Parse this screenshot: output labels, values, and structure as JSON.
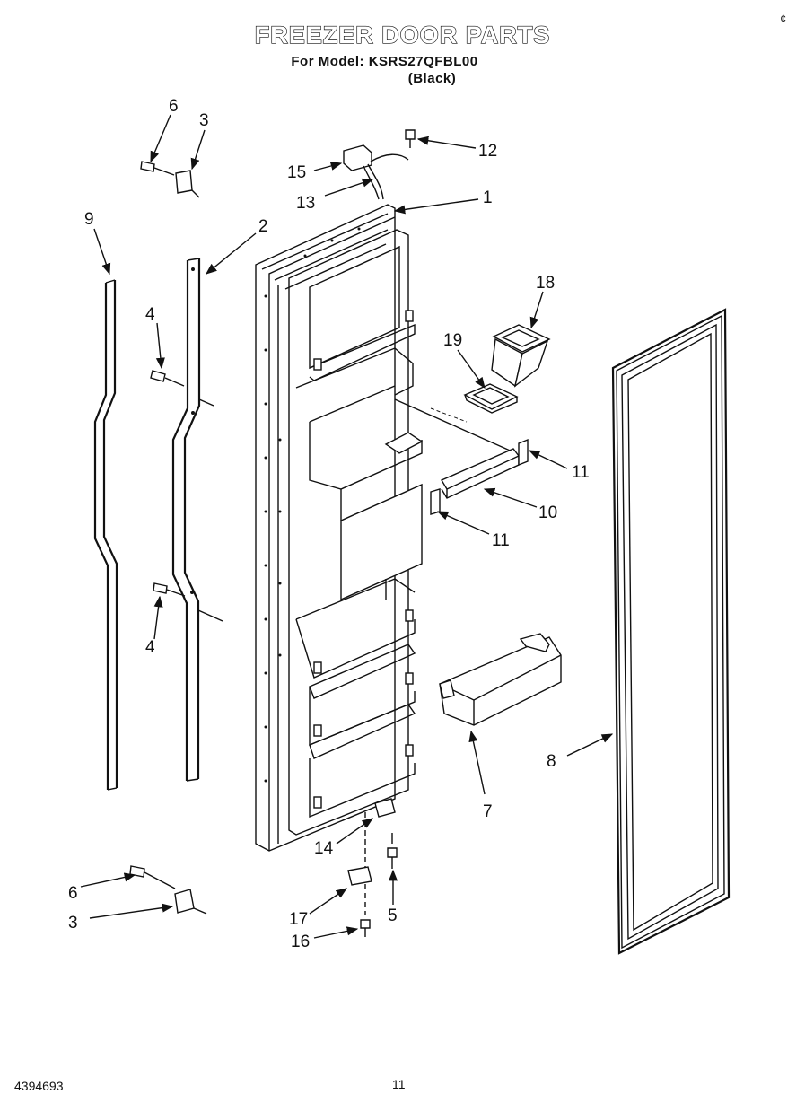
{
  "header": {
    "title": "FREEZER DOOR PARTS",
    "model_line": "For Model: KSRS27QFBL00",
    "color_line": "(Black)"
  },
  "footer": {
    "drawing_number": "4394693",
    "page_number": "11"
  },
  "callouts": {
    "c1": "1",
    "c2": "2",
    "c3a": "3",
    "c3b": "3",
    "c4a": "4",
    "c4b": "4",
    "c5": "5",
    "c6a": "6",
    "c6b": "6",
    "c7": "7",
    "c8": "8",
    "c9": "9",
    "c10": "10",
    "c11a": "11",
    "c11b": "11",
    "c12": "12",
    "c13": "13",
    "c14": "14",
    "c15": "15",
    "c16": "16",
    "c17": "17",
    "c18": "18",
    "c19": "19"
  }
}
